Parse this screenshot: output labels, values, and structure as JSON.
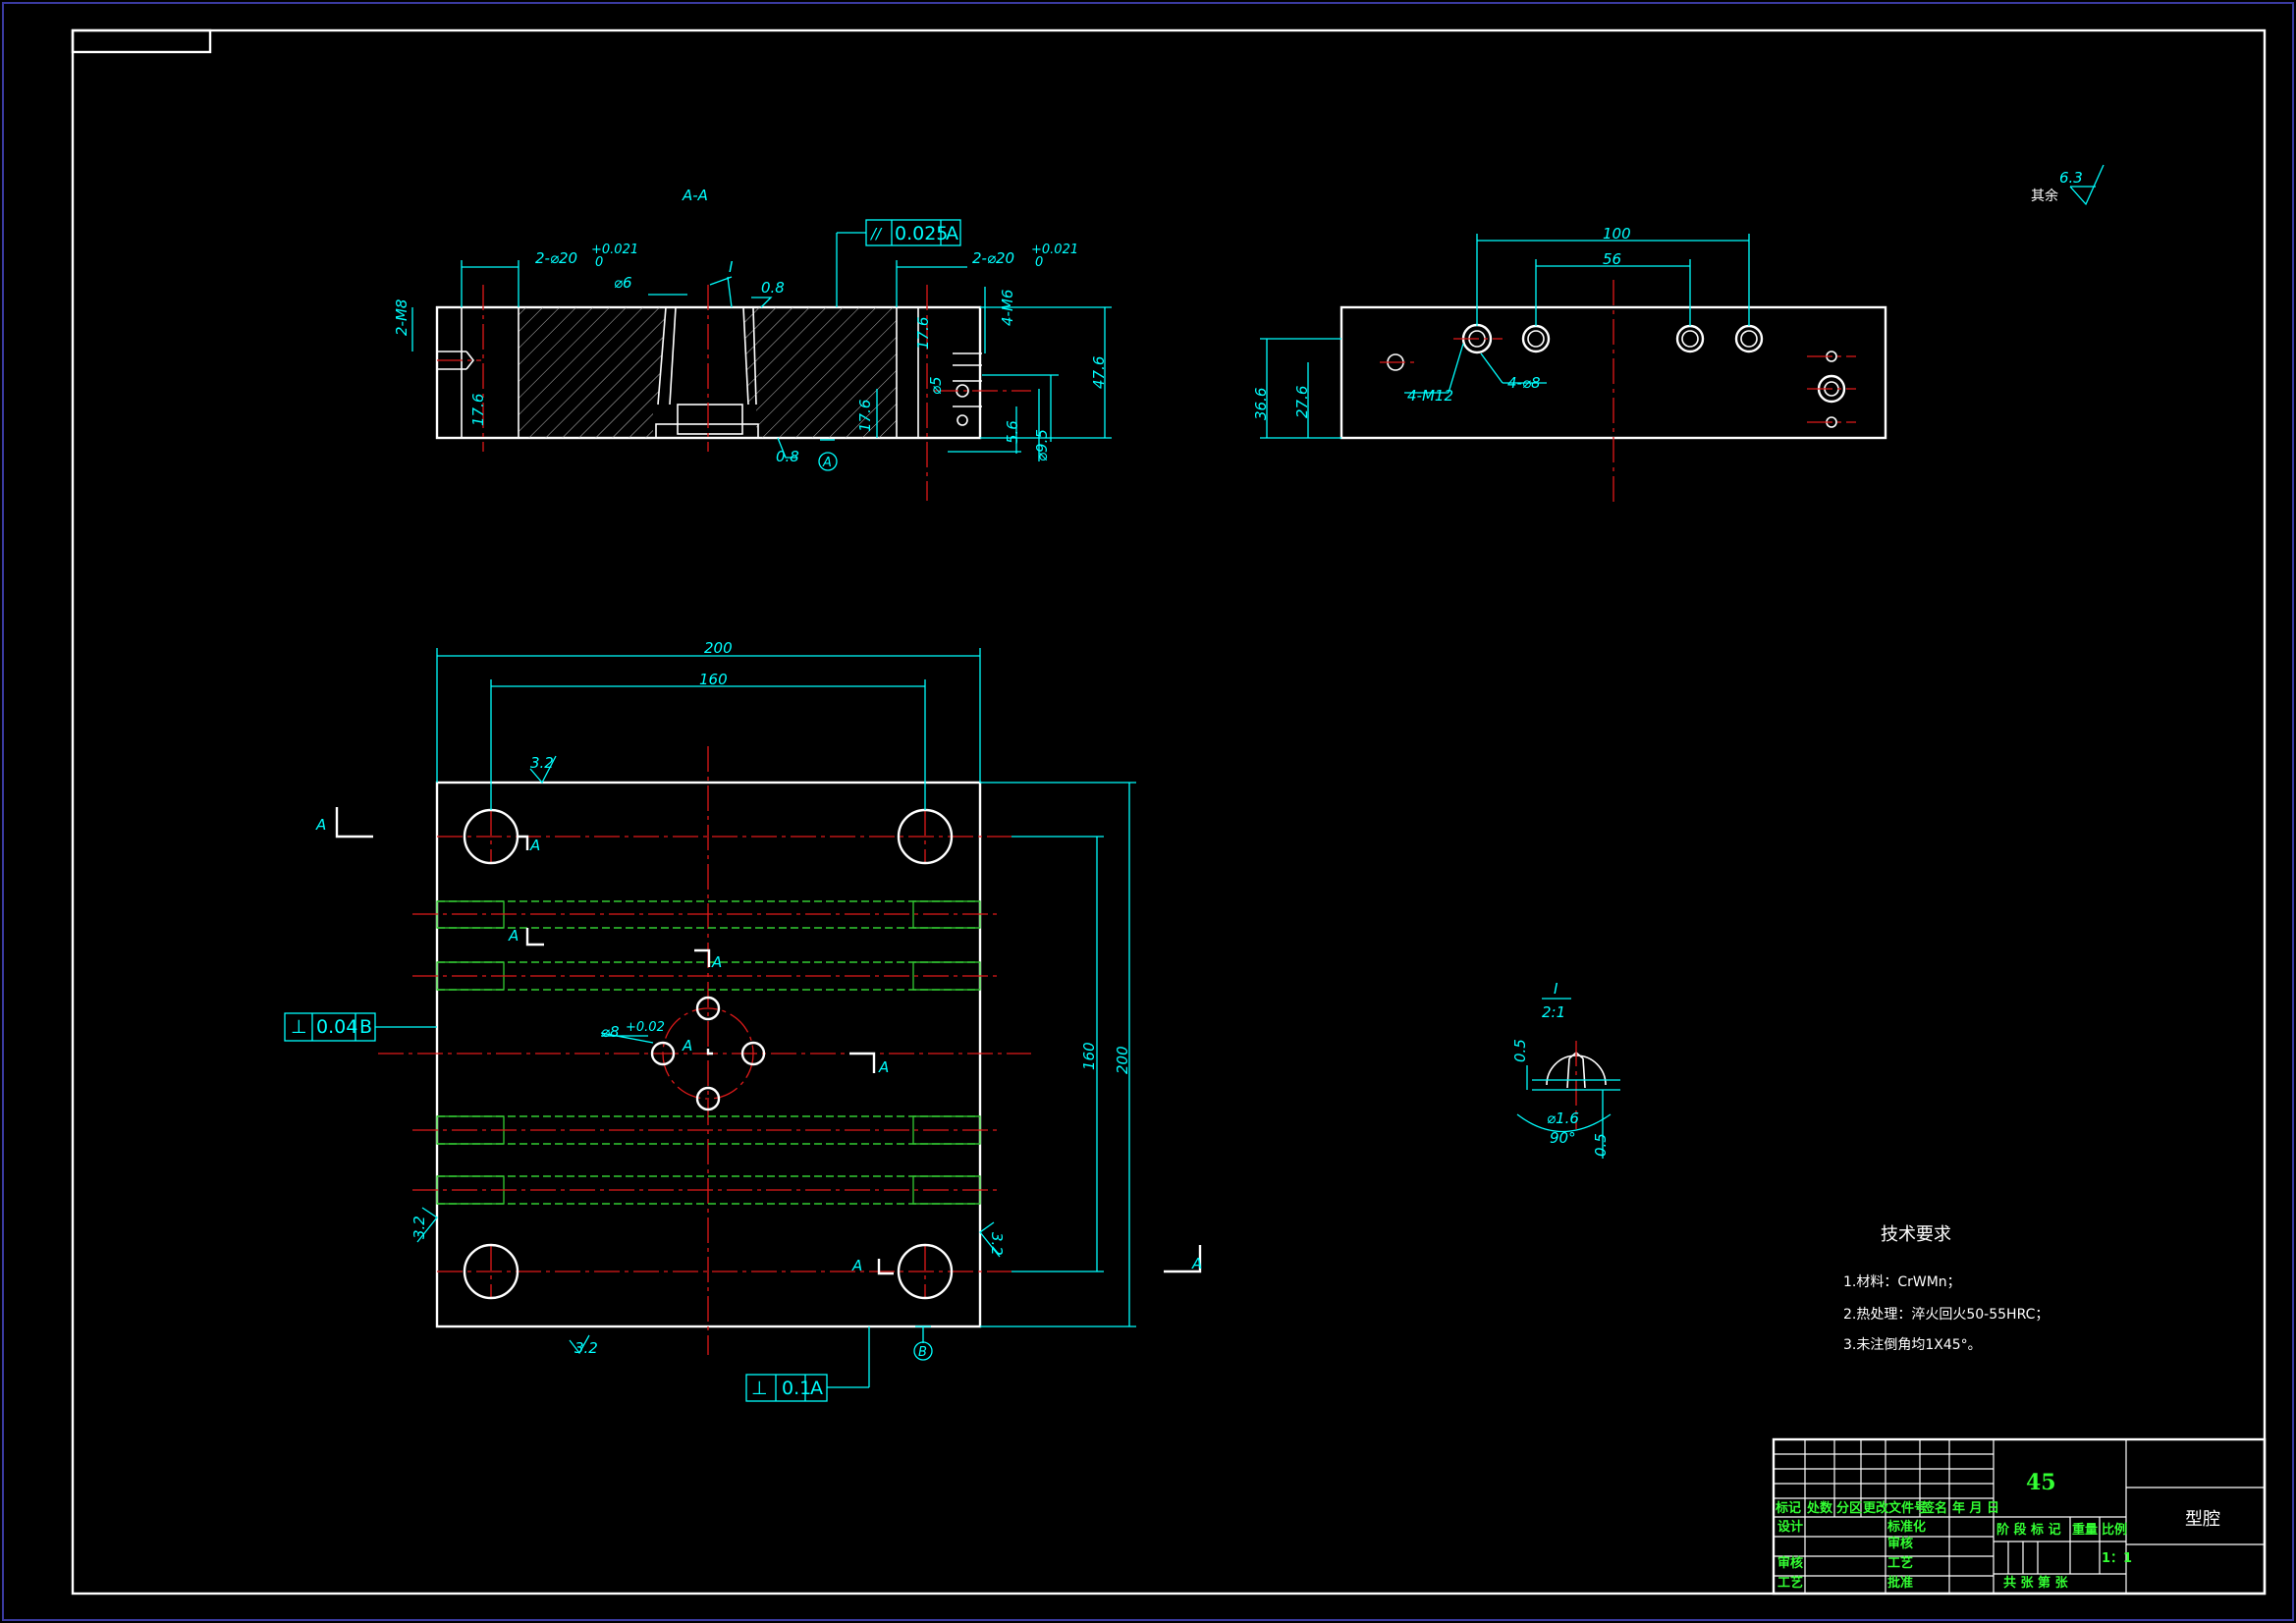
{
  "views": {
    "section_label": "A-A",
    "detail_label": "I",
    "detail_scale": "2:1",
    "cut_label": "A",
    "cut_label_bold": "A",
    "datum_a": "A",
    "datum_b": "B"
  },
  "section_dims": {
    "holes_top_left": "2-⌀20",
    "tol_left_up": "+0.021",
    "tol_left_low": "0",
    "holes_top_right": "2-⌀20",
    "tol_right_up": "+0.021",
    "tol_right_low": "0",
    "small_hole": "⌀6",
    "taper": "0.8",
    "taper_bottom": "0.8",
    "thread_left": "2-M8",
    "thread_right": "4-M6",
    "height": "47.6",
    "depth_a": "17.6",
    "depth_b": "17.6",
    "depth_c": "17.6",
    "small_d": "⌀5",
    "step": "5.6",
    "bore": "⌀9.5",
    "detail_ref": "I"
  },
  "side_dims": {
    "width_100": "100",
    "width_56": "56",
    "height_36": "36.6",
    "height_27": "27.6",
    "thread": "4-M12",
    "holes": "4-⌀8"
  },
  "plan_dims": {
    "overall_w": "200",
    "inner_w": "160",
    "inner_h": "160",
    "overall_h": "200",
    "gate": "⌀8",
    "gate_tol": "+0.02",
    "rough_a": "3.2",
    "rough_b": "3.2",
    "rough_c": "3.2",
    "rough_d": "3.2"
  },
  "detail_dims": {
    "top": "0.5",
    "bottom": "0.5",
    "dia": "⌀1.6",
    "angle": "90°"
  },
  "roughness": {
    "value": "6.3",
    "label": "其余"
  },
  "tolerance_frames": [
    {
      "symbol": "//",
      "value": "0.025",
      "datum": "A"
    },
    {
      "symbol": "⊥",
      "value": "0.04",
      "datum": "B"
    },
    {
      "symbol": "⊥",
      "value": "0.1",
      "datum": "A"
    }
  ],
  "tech_requirements": {
    "title": "技术要求",
    "items": [
      "1.材料：CrWMn；",
      "2.热处理：淬火回火50-55HRC；",
      "3.未注倒角均1X45°。"
    ]
  },
  "title_block": {
    "material": "45",
    "part_name": "型腔",
    "scale_value": "1：1",
    "labels": {
      "mark": "标记",
      "count": "处数",
      "zone": "分区",
      "doc_no": "更改文件号",
      "sign": "签名",
      "date": "年 月 日",
      "design": "设计",
      "standard": "标准化",
      "check": "审核",
      "process": "工艺",
      "audit": "审核",
      "approve": "批准",
      "stage_mark": "阶 段 标 记",
      "weight": "重量",
      "scale": "比例",
      "sheets": "共      张      第      张"
    }
  }
}
